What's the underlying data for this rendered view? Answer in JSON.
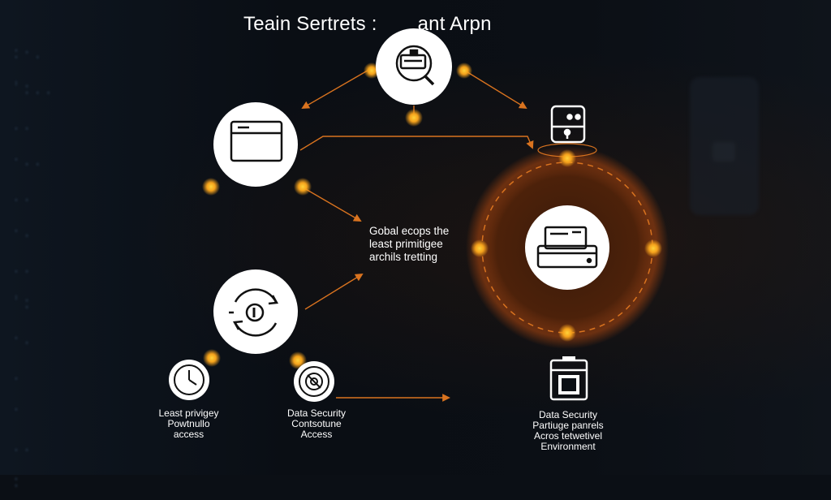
{
  "title": {
    "part1": "Teain Sertrets :",
    "part2": "ant Arpn"
  },
  "center_note": {
    "line1": "Gobal ecops the",
    "line2": "least primitigee",
    "line3": "archils tretting"
  },
  "left_bottom_label": {
    "line1": "Least privigey",
    "line2": "Powtnullo",
    "line3": "access"
  },
  "middle_bottom_label": {
    "line1": "Data Security",
    "line2": "Contsotune",
    "line3": "Access"
  },
  "right_bottom_label": {
    "line1": "Data Security",
    "line2": "Partiuge panrels",
    "line3": "Acros tetwetivel",
    "line4": "Environment"
  },
  "icons": {
    "top": "magnifier-document-icon",
    "left_upper": "browser-window-icon",
    "left_lower": "sync-cycle-icon",
    "right_top": "lock-device-icon",
    "right_hub": "server-drive-icon",
    "bottom_left": "clock-icon",
    "bottom_middle": "gear-cycle-icon",
    "bottom_right": "secure-storage-icon"
  },
  "colors": {
    "background": "#0b0f15",
    "accent": "#f0a020",
    "connector": "#d9731f",
    "node_fill": "#ffffff"
  }
}
